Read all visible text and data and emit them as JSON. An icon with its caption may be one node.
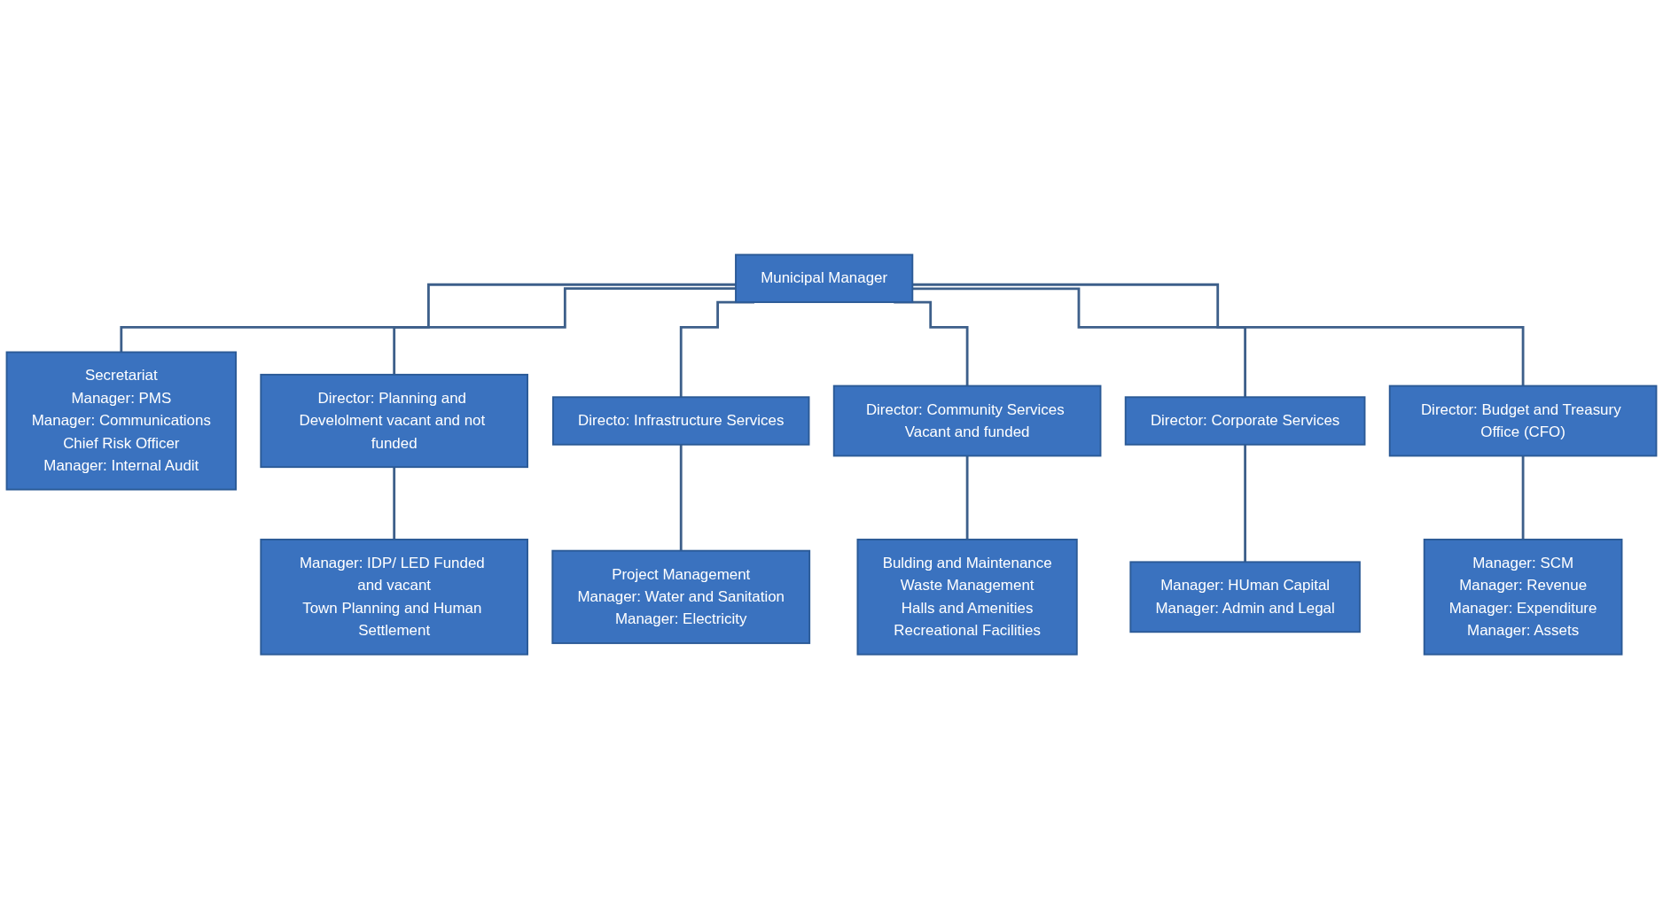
{
  "diagram": {
    "nodes": [
      {
        "text": [
          "Municipal Manager"
        ]
      },
      {
        "text": [
          "Secretariat",
          "Manager: PMS",
          "Manager: Communications",
          "Chief Risk Officer",
          "Manager: Internal Audit"
        ]
      },
      {
        "text": [
          "Director: Planning and Develolment vacant and not funded"
        ]
      },
      {
        "text": [
          "Directo: Infrastructure Services"
        ]
      },
      {
        "text": [
          "Director: Community Services Vacant and funded"
        ]
      },
      {
        "text": [
          "Director: Corporate Services"
        ]
      },
      {
        "text": [
          "Director: Budget and Treasury Office (CFO)"
        ]
      },
      {
        "text": [
          "Manager: IDP/ LED Funded and vacant",
          "Town Planning and Human Settlement"
        ]
      },
      {
        "text": [
          "Project Management",
          "Manager: Water and Sanitation",
          "Manager: Electricity"
        ]
      },
      {
        "text": [
          "Bulding and Maintenance",
          "Waste Management",
          "Halls and Amenities",
          "Recreational Facilities"
        ]
      },
      {
        "text": [
          "Manager: HUman Capital",
          "Manager: Admin and Legal"
        ]
      },
      {
        "text": [
          "Manager: SCM",
          "Manager: Revenue",
          "Manager: Expenditure",
          "Manager: Assets"
        ]
      }
    ],
    "edges": [
      {
        "from": 0,
        "to": 1,
        "arrow": "none"
      },
      {
        "from": 0,
        "to": 2,
        "arrow": "none"
      },
      {
        "from": 0,
        "to": 3,
        "arrow": "none"
      },
      {
        "from": 0,
        "to": 4,
        "arrow": "none"
      },
      {
        "from": 0,
        "to": 5,
        "arrow": "none"
      },
      {
        "from": 0,
        "to": 6,
        "arrow": "none"
      },
      {
        "from": 2,
        "to": 7,
        "arrow": "none"
      },
      {
        "from": 3,
        "to": 8,
        "arrow": "none"
      },
      {
        "from": 4,
        "to": 9,
        "arrow": "none"
      },
      {
        "from": 5,
        "to": 10,
        "arrow": "none"
      },
      {
        "from": 6,
        "to": 11,
        "arrow": "none"
      }
    ]
  }
}
